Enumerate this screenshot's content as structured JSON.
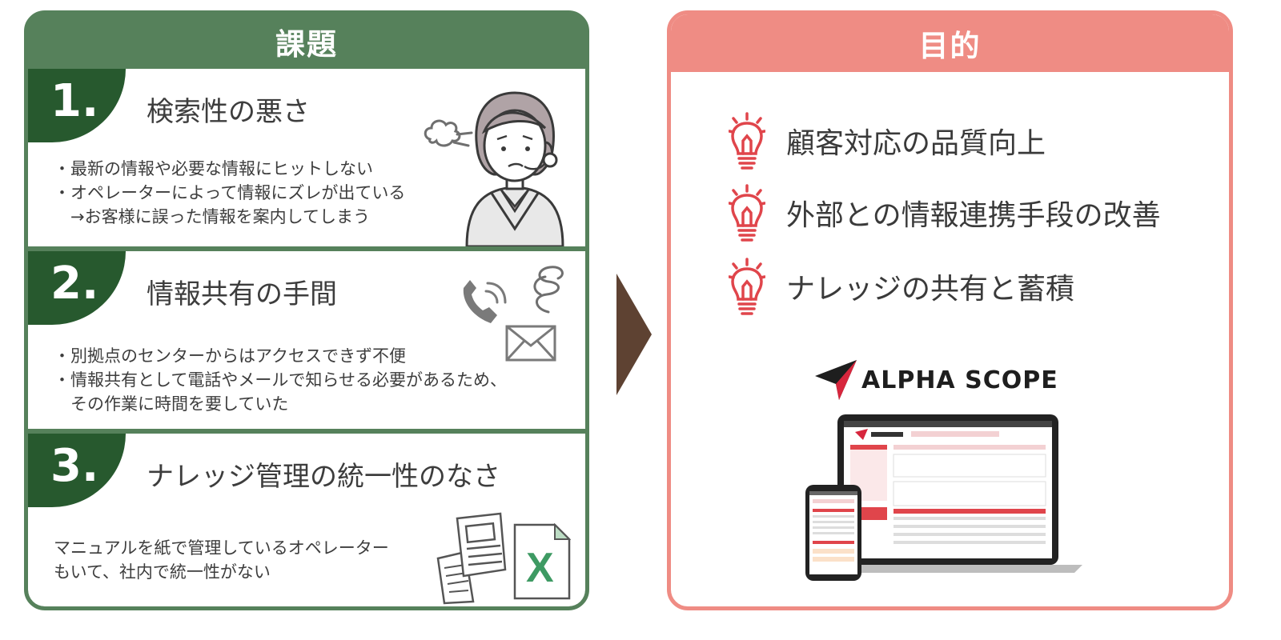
{
  "left": {
    "header": "課題",
    "issues": [
      {
        "number": "1.",
        "title": "検索性の悪さ",
        "bullets": [
          "・最新の情報や必要な情報にヒットしない",
          "・オペレーターによって情報にズレが出ている",
          "　→お客様に誤った情報を案内してしまう"
        ]
      },
      {
        "number": "2.",
        "title": "情報共有の手間",
        "bullets": [
          "・別拠点のセンターからはアクセスできず不便",
          "・情報共有として電話やメールで知らせる必要があるため、",
          "　その作業に時間を要していた"
        ]
      },
      {
        "number": "3.",
        "title": "ナレッジ管理の統一性のなさ",
        "lines": [
          "マニュアルを紙で管理しているオペレーター",
          "もいて、社内で統一性がない"
        ]
      }
    ],
    "excel_letter": "X"
  },
  "right": {
    "header": "目的",
    "purposes": [
      "顧客対応の品質向上",
      "外部との情報連携手段の改善",
      "ナレッジの共有と蓄積"
    ],
    "brand_name": "ALPHA SCOPE"
  },
  "colors": {
    "green_border": "#56815b",
    "green_dark": "#27592e",
    "pink": "#ef8c84",
    "arrow_brown": "#5e4232",
    "bulb_red": "#e0454b"
  }
}
